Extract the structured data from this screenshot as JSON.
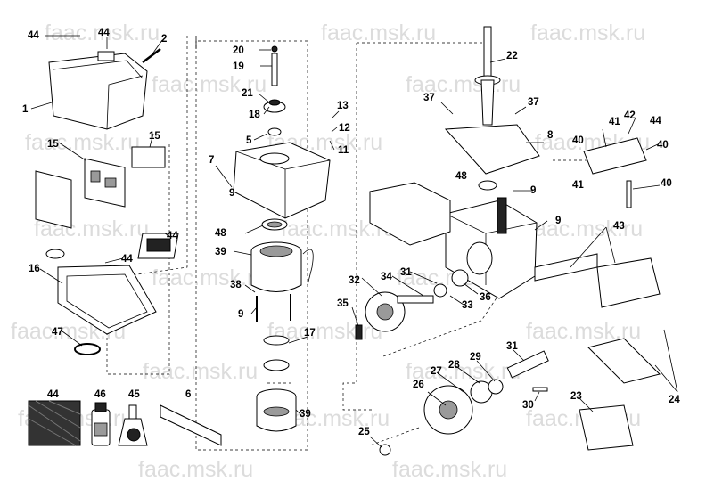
{
  "watermark": "faac.msk.ru",
  "callouts": {
    "c1": "1",
    "c2": "2",
    "c5": "5",
    "c6": "6",
    "c7": "7",
    "c8": "8",
    "c9a": "9",
    "c9b": "9",
    "c9c": "9",
    "c9d": "9",
    "c11": "11",
    "c12": "12",
    "c13": "13",
    "c15a": "15",
    "c15b": "15",
    "c16": "16",
    "c17": "17",
    "c18": "18",
    "c19": "19",
    "c20": "20",
    "c21": "21",
    "c22": "22",
    "c23": "23",
    "c24": "24",
    "c25": "25",
    "c26": "26",
    "c27": "27",
    "c28": "28",
    "c29": "29",
    "c30": "30",
    "c31a": "31",
    "c31b": "31",
    "c32": "32",
    "c33": "33",
    "c34": "34",
    "c35": "35",
    "c36": "36",
    "c37a": "37",
    "c37b": "37",
    "c38": "38",
    "c39a": "39",
    "c39b": "39",
    "c40a": "40",
    "c40b": "40",
    "c40c": "40",
    "c41a": "41",
    "c41b": "41",
    "c42": "42",
    "c43": "43",
    "c44a": "44",
    "c44b": "44",
    "c44c": "44",
    "c44d": "44",
    "c44e": "44",
    "c44f": "44",
    "c45": "45",
    "c46": "46",
    "c47": "47",
    "c48a": "48",
    "c48b": "48"
  }
}
